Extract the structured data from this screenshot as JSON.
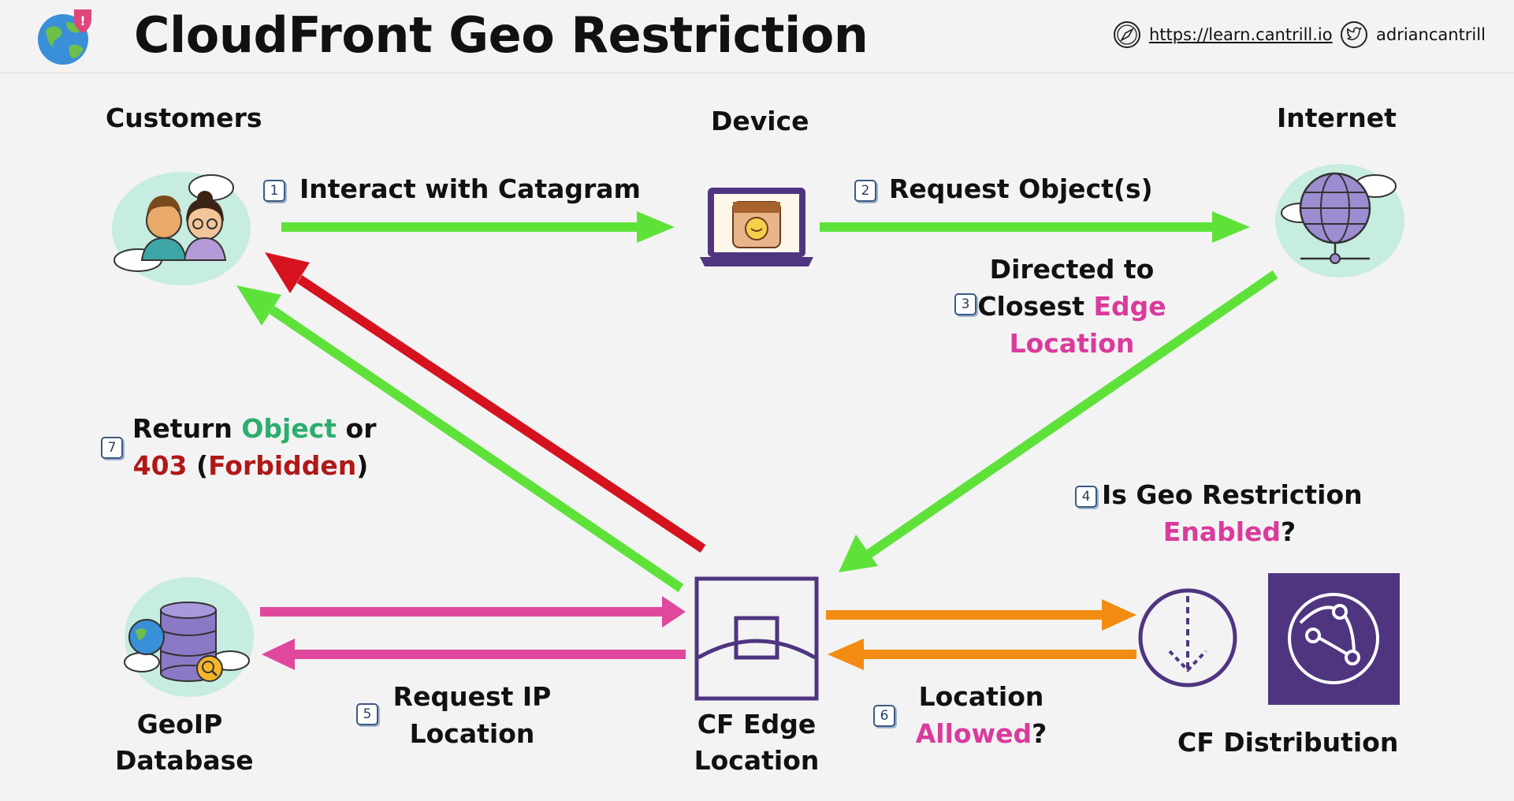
{
  "header": {
    "title": "CloudFront Geo Restriction",
    "website": "https://learn.cantrill.io",
    "twitter": "adriancantrill"
  },
  "nodes": {
    "customers": "Customers",
    "device": "Device",
    "internet": "Internet",
    "geoip_line1": "GeoIP",
    "geoip_line2": "Database",
    "edge_line1": "CF Edge",
    "edge_line2": "Location",
    "distribution": "CF Distribution"
  },
  "steps": {
    "s1": {
      "num": "1",
      "text": "Interact with Catagram"
    },
    "s2": {
      "num": "2",
      "text": "Request Object(s)"
    },
    "s3": {
      "num": "3",
      "line1": "Directed to",
      "line2a": "Closest ",
      "line2b": "Edge",
      "line3": "Location"
    },
    "s4": {
      "num": "4",
      "line1": "Is Geo Restriction",
      "line2a": "Enabled",
      "line2b": "?"
    },
    "s5": {
      "num": "5",
      "line1": "Request IP",
      "line2": "Location"
    },
    "s6": {
      "num": "6",
      "line1": "Location",
      "line2a": "Allowed",
      "line2b": "?"
    },
    "s7": {
      "num": "7",
      "line1a": "Return ",
      "line1b": "Object",
      "line1c": " or",
      "line2a": "403",
      "line2b": " (",
      "line2c": "Forbidden",
      "line2d": ")"
    }
  },
  "colors": {
    "green": "#5ee23a",
    "red": "#d5121e",
    "pink": "#e0489e",
    "orange": "#f28c12",
    "purple": "#4f3580"
  },
  "icons": [
    "globe-alert-icon",
    "compass-icon",
    "twitter-icon",
    "customers-icon",
    "laptop-icon",
    "internet-globe-icon",
    "geoip-database-icon",
    "edge-location-icon",
    "distribution-icon",
    "cloudfront-logo-icon"
  ]
}
